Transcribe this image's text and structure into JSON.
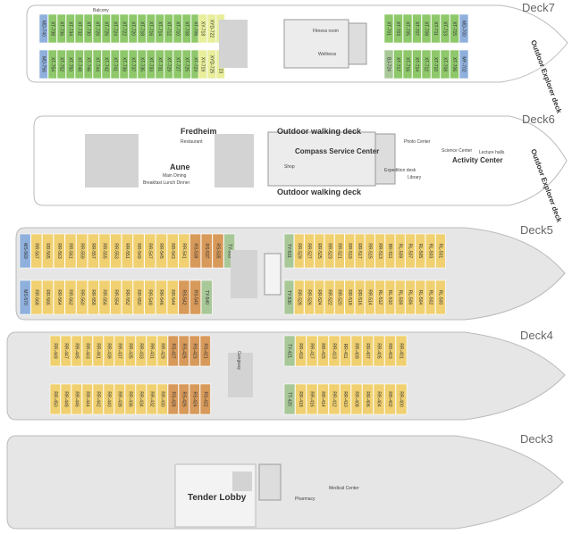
{
  "decks": [
    {
      "id": "deck7",
      "label": "Deck7"
    },
    {
      "id": "deck6",
      "label": "Deck6"
    },
    {
      "id": "deck5",
      "label": "Deck5"
    },
    {
      "id": "deck4",
      "label": "Deck4"
    },
    {
      "id": "deck3",
      "label": "Deck3"
    }
  ],
  "deck7": {
    "balcony": "Balcony",
    "fitness": "Fitness room",
    "wellness": "Wellness",
    "outdoor_deck": "Outdoor Explorer deck",
    "cabins_top": [
      "MD-740",
      "XT-738",
      "XT-736",
      "XT-734",
      "XT-732",
      "XT-730",
      "XT-728",
      "XT-726",
      "XT-724",
      "XT-722",
      "XT-720",
      "XT-718",
      "XT-716",
      "XT-714",
      "XT-712",
      "XT-710",
      "XT-708",
      "XT-706",
      "XT-704",
      "XT-702"
    ],
    "cabins_bot": [
      "MD-756",
      "XT-754",
      "XT-752",
      "XT-750",
      "XT-748",
      "XT-746",
      "XT-744",
      "XT-742",
      "XT-741",
      "XT-739",
      "XT-737",
      "XT-735",
      "XT-733",
      "XT-731",
      "XT-729",
      "XT-727",
      "XT-725",
      "XT-723",
      "XT-721",
      "XT-719"
    ],
    "mid_top": [
      "XT-701",
      "XT-703",
      "XT-705",
      "XT-707",
      "XT-709",
      "XT-711",
      "XT-713",
      "XT-715",
      "MD-700"
    ],
    "mid_bot": [
      "BJ-724",
      "XT-717",
      "XT-716",
      "XT-714",
      "XT-712",
      "XT-710",
      "XT-708",
      "XT-706",
      "MF-702"
    ],
    "yy_top": [
      "XY-718",
      "XYD-722",
      "XYD-720"
    ],
    "yy_bot": [
      "XY-719",
      "XYD-725",
      "XYD-723"
    ]
  },
  "deck6": {
    "fredheim": "Fredheim",
    "restaurant": "Restaurant",
    "aune": "Aune",
    "main_dining": "Main Dining",
    "meals": "Breakfast Lunch Dinner",
    "outdoor_walk_top": "Outdoor walking deck",
    "outdoor_walk_bot": "Outdoor walking deck",
    "compass": "Compass Service Center",
    "shop": "Shop",
    "expedition": "Expedition desk",
    "photo": "Photo Center",
    "library": "Library",
    "science": "Science Center",
    "lecture": "Lecture halls",
    "activity": "Activity Center",
    "outdoor_deck": "Outdoor Explorer deck"
  },
  "deck5": {
    "cabins_top": [
      "MS-569",
      "RR-567",
      "RR-565",
      "RR-563",
      "RR-561",
      "RR-559",
      "RR-557",
      "RR-555",
      "RR-553",
      "RR-551",
      "RR-549",
      "RR-547",
      "RR-545",
      "RR-543",
      "RR-541",
      "RS-539",
      "RS-537",
      "RS-535",
      "TY-533"
    ],
    "cabins_bot": [
      "MS-570",
      "RR-568",
      "RR-566",
      "RR-564",
      "RR-562",
      "RR-560",
      "RR-558",
      "RR-556",
      "RR-554",
      "RR-552",
      "RR-550",
      "RR-548",
      "RR-546",
      "RR-544",
      "RS-542",
      "RS-540",
      "TY-540"
    ],
    "fwd_top": [
      "TY-531",
      "RR-529",
      "RR-527",
      "RR-525",
      "RR-523",
      "RR-521",
      "RR-519",
      "RR-517",
      "RR-515",
      "RR-513",
      "RR-511",
      "RL-509",
      "RL-507",
      "RL-505",
      "RL-503",
      "RL-501"
    ],
    "fwd_bot": [
      "TY-530",
      "RR-528",
      "RR-526",
      "RR-524",
      "RR-522",
      "RR-520",
      "RR-518",
      "RR-516",
      "RR-514",
      "RL-512",
      "RL-510",
      "RL-508",
      "RL-506",
      "RL-504",
      "RL-502",
      "RL-500"
    ]
  },
  "deck4": {
    "gangway": "Gangway",
    "aft_top": [
      "RR-449",
      "RR-447",
      "RR-445",
      "RR-443",
      "RR-441",
      "RR-439",
      "RR-437",
      "RR-435",
      "RR-433",
      "RR-431",
      "RR-429",
      "RS-427",
      "RS-425",
      "RS-423",
      "RS-421"
    ],
    "aft_bot": [
      "RR-450",
      "RR-448",
      "RR-446",
      "RR-444",
      "RR-442",
      "RR-440",
      "RR-438",
      "RR-436",
      "RR-434",
      "RR-432",
      "RR-430",
      "RS-428",
      "RS-426",
      "RS-424",
      "RS-422"
    ],
    "fwd_top": [
      "TY-421",
      "RR-419",
      "RR-417",
      "RR-415",
      "RR-413",
      "RR-411",
      "RR-409",
      "RR-407",
      "RR-405",
      "RR-403",
      "RR-401"
    ],
    "fwd_bot": [
      "TT-420",
      "RR-418",
      "RR-416",
      "RR-414",
      "RR-412",
      "RR-410",
      "RR-408",
      "RR-406",
      "RR-404",
      "RR-402",
      "RR-400"
    ]
  },
  "deck3": {
    "tender": "Tender Lobby",
    "pharmacy": "Pharmacy",
    "medical": "Medical Center"
  },
  "colors": {
    "green": "#8ec86a",
    "yellow": "#f0d070",
    "orange": "#d89a5a",
    "blue": "#8fb0dc",
    "sage": "#a8c898",
    "hull": "#e6e6e6",
    "core": "#d3d3d3"
  }
}
